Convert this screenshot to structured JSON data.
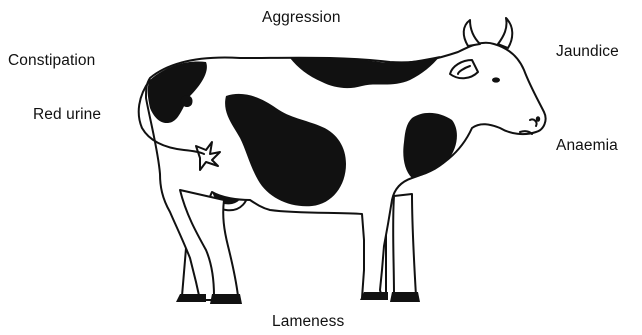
{
  "labels": {
    "aggression": "Aggression",
    "constipation": "Constipation",
    "jaundice": "Jaundice",
    "red_urine": "Red urine",
    "anaemia": "Anaemia",
    "lameness": "Lameness"
  },
  "colors": {
    "ink": "#111111",
    "background": "#ffffff"
  }
}
